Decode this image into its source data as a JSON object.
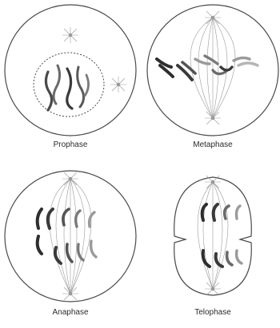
{
  "diagram": {
    "stages": [
      {
        "name": "Prophase"
      },
      {
        "name": "Metaphase"
      },
      {
        "name": "Anaphase"
      },
      {
        "name": "Telophase"
      }
    ]
  },
  "colors": {
    "ink": "#4a4a4a",
    "chromosome_dark": "#3a3a3a",
    "chromosome_mid": "#7a7a7a",
    "chromosome_light": "#b5b5b5",
    "spindle": "#9a9a9a",
    "background": "#ffffff"
  }
}
